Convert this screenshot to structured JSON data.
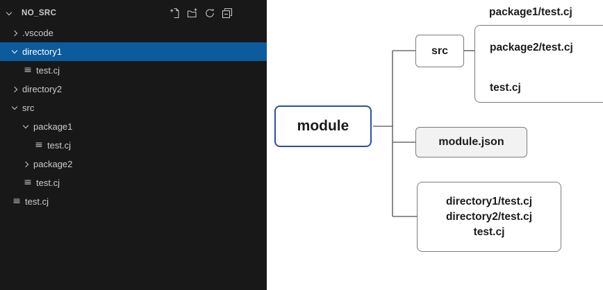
{
  "explorer": {
    "title": "NO_SRC",
    "file_icon_glyph": "≡",
    "toolbar_icons": [
      "new-file-icon",
      "new-folder-icon",
      "refresh-icon",
      "collapse-all-icon"
    ],
    "items": [
      {
        "label": ".vscode",
        "kind": "folder",
        "state": "collapsed",
        "indent": 0,
        "selected": false
      },
      {
        "label": "directory1",
        "kind": "folder",
        "state": "expanded",
        "indent": 0,
        "selected": true
      },
      {
        "label": "test.cj",
        "kind": "file",
        "indent": 1,
        "selected": false
      },
      {
        "label": "directory2",
        "kind": "folder",
        "state": "collapsed",
        "indent": 0,
        "selected": false
      },
      {
        "label": "src",
        "kind": "folder",
        "state": "expanded",
        "indent": 0,
        "selected": false
      },
      {
        "label": "package1",
        "kind": "folder",
        "state": "expanded",
        "indent": 1,
        "selected": false
      },
      {
        "label": "test.cj",
        "kind": "file",
        "indent": 2,
        "selected": false
      },
      {
        "label": "package2",
        "kind": "folder",
        "state": "collapsed",
        "indent": 1,
        "selected": false
      },
      {
        "label": "test.cj",
        "kind": "file",
        "indent": 1,
        "selected": false
      },
      {
        "label": "test.cj",
        "kind": "file",
        "indent": 0,
        "selected": false
      }
    ],
    "colors": {
      "panel_bg": "#181818",
      "text": "#cccccc",
      "selected_bg": "#0b5b9d",
      "selected_text": "#ffffff"
    }
  },
  "diagram": {
    "module": "module",
    "src": "src",
    "module_json": "module.json",
    "src_files": [
      "package1/test.cj",
      "package2/test.cj",
      "test.cj"
    ],
    "root_files": [
      "directory1/test.cj",
      "directory2/test.cj",
      "test.cj"
    ],
    "colors": {
      "module_border": "#2b4f9e",
      "box_border": "#7b7b7b",
      "module_json_fill": "#f2f2f2",
      "connector": "#6e6e6e",
      "text": "#1b1b1b"
    }
  }
}
